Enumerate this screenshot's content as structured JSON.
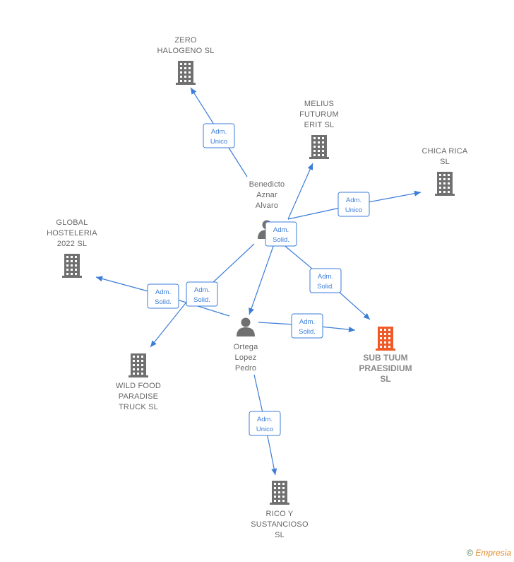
{
  "nodes": {
    "zero_halogeno": {
      "label_lines": [
        "ZERO",
        "HALOGENO  SL"
      ],
      "type": "company"
    },
    "melius_futurum": {
      "label_lines": [
        "MELIUS",
        "FUTURUM",
        "ERIT  SL"
      ],
      "type": "company"
    },
    "chica_rica": {
      "label_lines": [
        "CHICA RICA",
        "SL"
      ],
      "type": "company"
    },
    "global_hosteleria": {
      "label_lines": [
        "GLOBAL",
        "HOSTELERIA",
        "2022  SL"
      ],
      "type": "company"
    },
    "benedicto": {
      "label_lines": [
        "Benedicto",
        "Aznar",
        "Alvaro"
      ],
      "type": "person"
    },
    "ortega": {
      "label_lines": [
        "Ortega",
        "Lopez",
        "Pedro"
      ],
      "type": "person"
    },
    "sub_tuum": {
      "label_lines": [
        "SUB TUUM",
        "PRAESIDIUM",
        "SL"
      ],
      "type": "company-main"
    },
    "wild_food": {
      "label_lines": [
        "WILD FOOD",
        "PARADISE",
        "TRUCK  SL"
      ],
      "type": "company"
    },
    "rico_y": {
      "label_lines": [
        "RICO Y",
        "SUSTANCIOSO",
        "SL"
      ],
      "type": "company"
    }
  },
  "relations": {
    "adm_unico": [
      "Adm.",
      "Unico"
    ],
    "adm_solid": [
      "Adm.",
      "Solid."
    ]
  },
  "colors": {
    "edge": "#3b7dd8",
    "icon": "#707070",
    "main_icon": "#f05a28",
    "label": "#666666"
  },
  "footer": {
    "copyright_symbol": "©",
    "brand": "Empresia"
  }
}
